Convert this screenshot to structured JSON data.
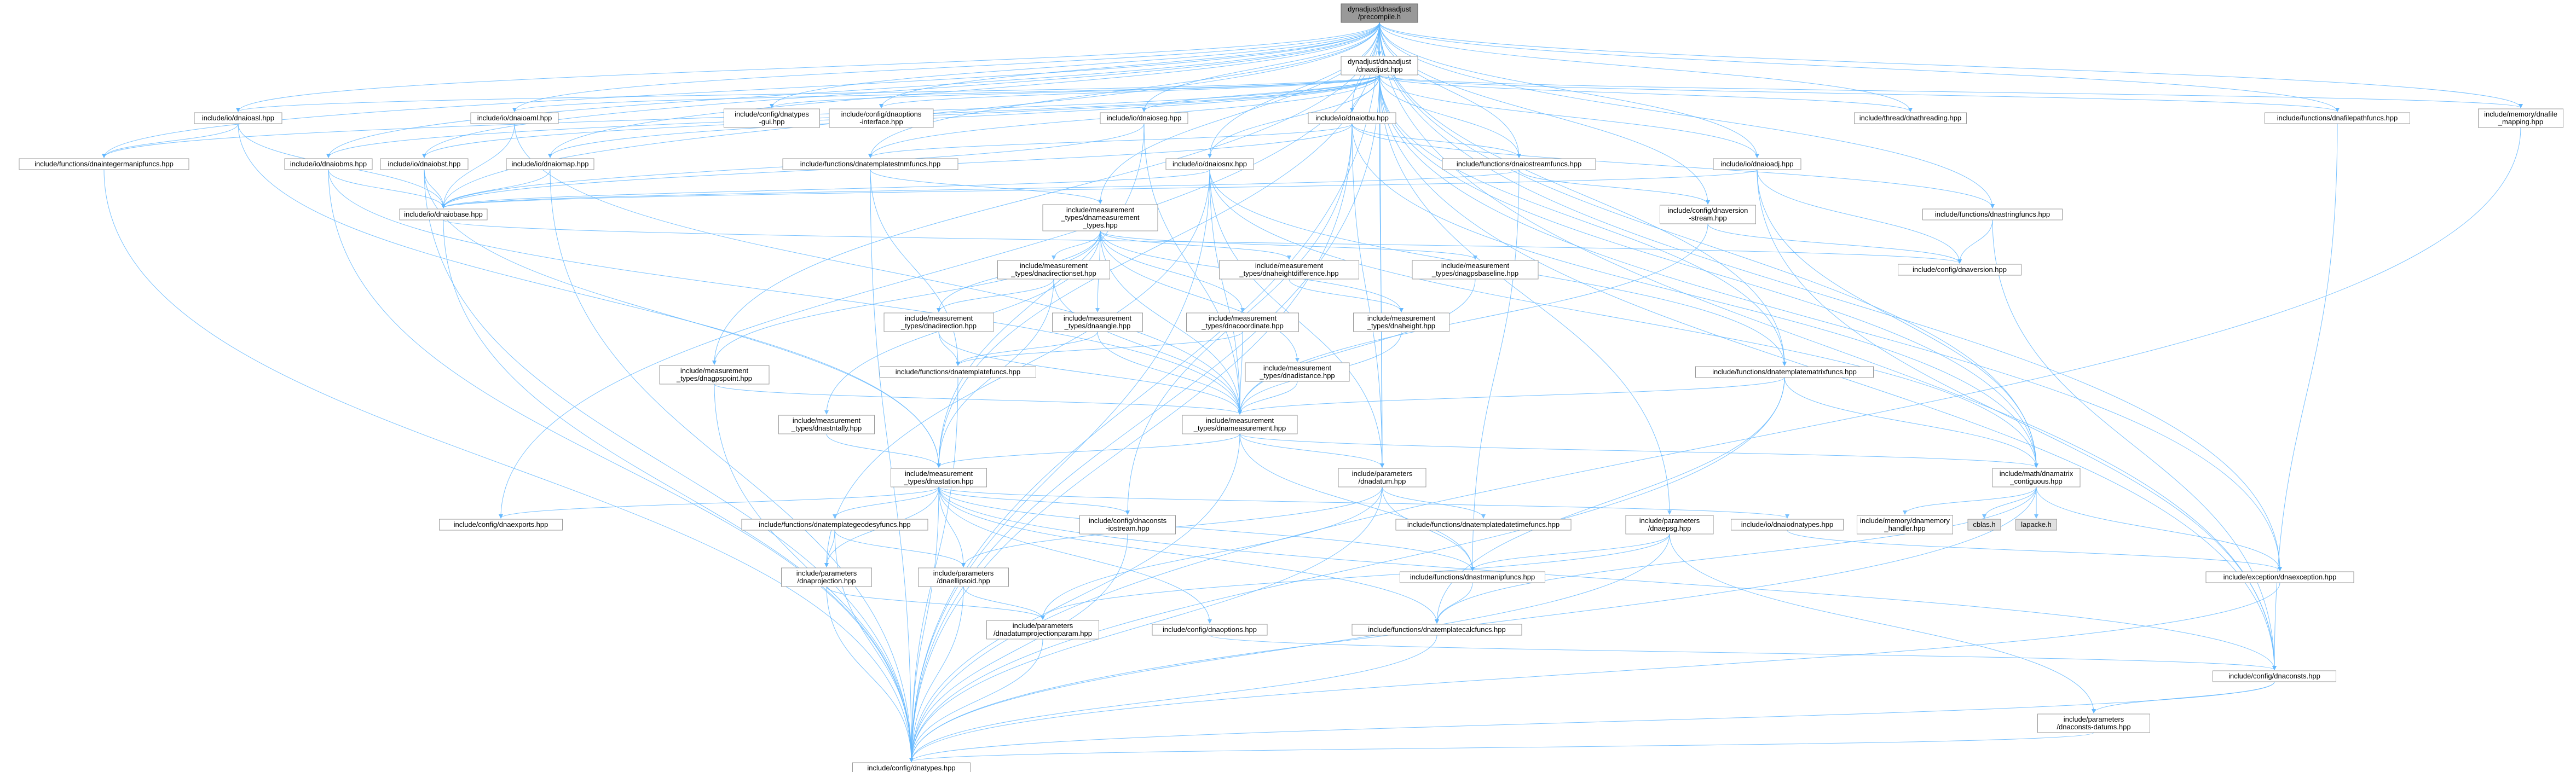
{
  "diagram": {
    "type": "include-dependency-graph",
    "colors": {
      "edge": "#63b8ff",
      "arrowhead": "#63b8ff",
      "node_border": "#999999",
      "node_fill": "#ffffff",
      "root_fill": "#999999",
      "external_fill": "#e0e0e0"
    },
    "nodes": [
      {
        "id": "precompile",
        "lines": [
          "dynadjust/dnaadjust",
          "/precompile.h"
        ],
        "root": true
      },
      {
        "id": "dnaadjust",
        "lines": [
          "dynadjust/dnaadjust",
          "/dnaadjust.hpp"
        ]
      },
      {
        "id": "dnaioasl",
        "lines": [
          "include/io/dnaioasl.hpp"
        ]
      },
      {
        "id": "dnaioaml",
        "lines": [
          "include/io/dnaioaml.hpp"
        ]
      },
      {
        "id": "dnatypes-gui",
        "lines": [
          "include/config/dnatypes",
          "-gui.hpp"
        ]
      },
      {
        "id": "dnaoptions-interface",
        "lines": [
          "include/config/dnaoptions",
          "-interface.hpp"
        ]
      },
      {
        "id": "dnaioseg",
        "lines": [
          "include/io/dnaioseg.hpp"
        ]
      },
      {
        "id": "dnaiotbu",
        "lines": [
          "include/io/dnaiotbu.hpp"
        ]
      },
      {
        "id": "dnathreading",
        "lines": [
          "include/thread/dnathreading.hpp"
        ]
      },
      {
        "id": "dnafilepathfuncs",
        "lines": [
          "include/functions/dnafilepathfuncs.hpp"
        ]
      },
      {
        "id": "dnafile-mapping",
        "lines": [
          "include/memory/dnafile",
          "_mapping.hpp"
        ]
      },
      {
        "id": "dnaintegermanipfuncs",
        "lines": [
          "include/functions/dnaintegermanipfuncs.hpp"
        ]
      },
      {
        "id": "dnaiobms",
        "lines": [
          "include/io/dnaiobms.hpp"
        ]
      },
      {
        "id": "dnaiobst",
        "lines": [
          "include/io/dnaiobst.hpp"
        ]
      },
      {
        "id": "dnaiomap",
        "lines": [
          "include/io/dnaiomap.hpp"
        ]
      },
      {
        "id": "dnatemplatestnmfuncs",
        "lines": [
          "include/functions/dnatemplatestnmfuncs.hpp"
        ]
      },
      {
        "id": "dnaiosnx",
        "lines": [
          "include/io/dnaiosnx.hpp"
        ]
      },
      {
        "id": "dnaiostreamfuncs",
        "lines": [
          "include/functions/dnaiostreamfuncs.hpp"
        ]
      },
      {
        "id": "dnaioadj",
        "lines": [
          "include/io/dnaioadj.hpp"
        ]
      },
      {
        "id": "dnaiobase",
        "lines": [
          "include/io/dnaiobase.hpp"
        ]
      },
      {
        "id": "dnameasurement-types",
        "lines": [
          "include/measurement",
          "_types/dnameasurement",
          "_types.hpp"
        ]
      },
      {
        "id": "dnaversion-stream",
        "lines": [
          "include/config/dnaversion",
          "-stream.hpp"
        ]
      },
      {
        "id": "dnastringfuncs",
        "lines": [
          "include/functions/dnastringfuncs.hpp"
        ]
      },
      {
        "id": "dnadirectionset",
        "lines": [
          "include/measurement",
          "_types/dnadirectionset.hpp"
        ]
      },
      {
        "id": "dnaheightdifference",
        "lines": [
          "include/measurement",
          "_types/dnaheightdifference.hpp"
        ]
      },
      {
        "id": "dnagpsbaseline",
        "lines": [
          "include/measurement",
          "_types/dnagpsbaseline.hpp"
        ]
      },
      {
        "id": "dnaversion",
        "lines": [
          "include/config/dnaversion.hpp"
        ]
      },
      {
        "id": "dnadirection",
        "lines": [
          "include/measurement",
          "_types/dnadirection.hpp"
        ]
      },
      {
        "id": "dnaangle",
        "lines": [
          "include/measurement",
          "_types/dnaangle.hpp"
        ]
      },
      {
        "id": "dnacoordinate",
        "lines": [
          "include/measurement",
          "_types/dnacoordinate.hpp"
        ]
      },
      {
        "id": "dnaheight",
        "lines": [
          "include/measurement",
          "_types/dnaheight.hpp"
        ]
      },
      {
        "id": "dnagpspoint",
        "lines": [
          "include/measurement",
          "_types/dnagpspoint.hpp"
        ]
      },
      {
        "id": "dnatemplatefuncs",
        "lines": [
          "include/functions/dnatemplatefuncs.hpp"
        ]
      },
      {
        "id": "dnadistance",
        "lines": [
          "include/measurement",
          "_types/dnadistance.hpp"
        ]
      },
      {
        "id": "dnatemplatematrixfuncs",
        "lines": [
          "include/functions/dnatemplatematrixfuncs.hpp"
        ]
      },
      {
        "id": "dnastntally",
        "lines": [
          "include/measurement",
          "_types/dnastntally.hpp"
        ]
      },
      {
        "id": "dnameasurement",
        "lines": [
          "include/measurement",
          "_types/dnameasurement.hpp"
        ]
      },
      {
        "id": "dnastation",
        "lines": [
          "include/measurement",
          "_types/dnastation.hpp"
        ]
      },
      {
        "id": "dnadatum",
        "lines": [
          "include/parameters",
          "/dnadatum.hpp"
        ]
      },
      {
        "id": "dnamatrix-contiguous",
        "lines": [
          "include/math/dnamatrix",
          "_contiguous.hpp"
        ]
      },
      {
        "id": "dnaexports",
        "lines": [
          "include/config/dnaexports.hpp"
        ]
      },
      {
        "id": "dnatemplategeodesyfuncs",
        "lines": [
          "include/functions/dnatemplategeodesyfuncs.hpp"
        ]
      },
      {
        "id": "dnaconsts-iostream",
        "lines": [
          "include/config/dnaconsts",
          "-iostream.hpp"
        ]
      },
      {
        "id": "dnatemplatedatetimefuncs",
        "lines": [
          "include/functions/dnatemplatedatetimefuncs.hpp"
        ]
      },
      {
        "id": "dnaepsg",
        "lines": [
          "include/parameters",
          "/dnaepsg.hpp"
        ]
      },
      {
        "id": "dnaiodnatypes",
        "lines": [
          "include/io/dnaiodnatypes.hpp"
        ]
      },
      {
        "id": "dnamemory-handler",
        "lines": [
          "include/memory/dnamemory",
          "_handler.hpp"
        ]
      },
      {
        "id": "cblas",
        "lines": [
          "cblas.h"
        ],
        "external": true
      },
      {
        "id": "lapacke",
        "lines": [
          "lapacke.h"
        ],
        "external": true
      },
      {
        "id": "dnaprojection",
        "lines": [
          "include/parameters",
          "/dnaprojection.hpp"
        ]
      },
      {
        "id": "dnaellipsoid",
        "lines": [
          "include/parameters",
          "/dnaellipsoid.hpp"
        ]
      },
      {
        "id": "dnastrmanipfuncs",
        "lines": [
          "include/functions/dnastrmanipfuncs.hpp"
        ]
      },
      {
        "id": "dnaexception",
        "lines": [
          "include/exception/dnaexception.hpp"
        ]
      },
      {
        "id": "dnadatumprojectionparam",
        "lines": [
          "include/parameters",
          "/dnadatumprojectionparam.hpp"
        ]
      },
      {
        "id": "dnaoptions",
        "lines": [
          "include/config/dnaoptions.hpp"
        ]
      },
      {
        "id": "dnatemplatecalcfuncs",
        "lines": [
          "include/functions/dnatemplatecalcfuncs.hpp"
        ]
      },
      {
        "id": "dnaconsts",
        "lines": [
          "include/config/dnaconsts.hpp"
        ]
      },
      {
        "id": "dnaconsts-datums",
        "lines": [
          "include/parameters",
          "/dnaconsts-datums.hpp"
        ]
      },
      {
        "id": "dnatypes",
        "lines": [
          "include/config/dnatypes.hpp"
        ]
      }
    ]
  }
}
